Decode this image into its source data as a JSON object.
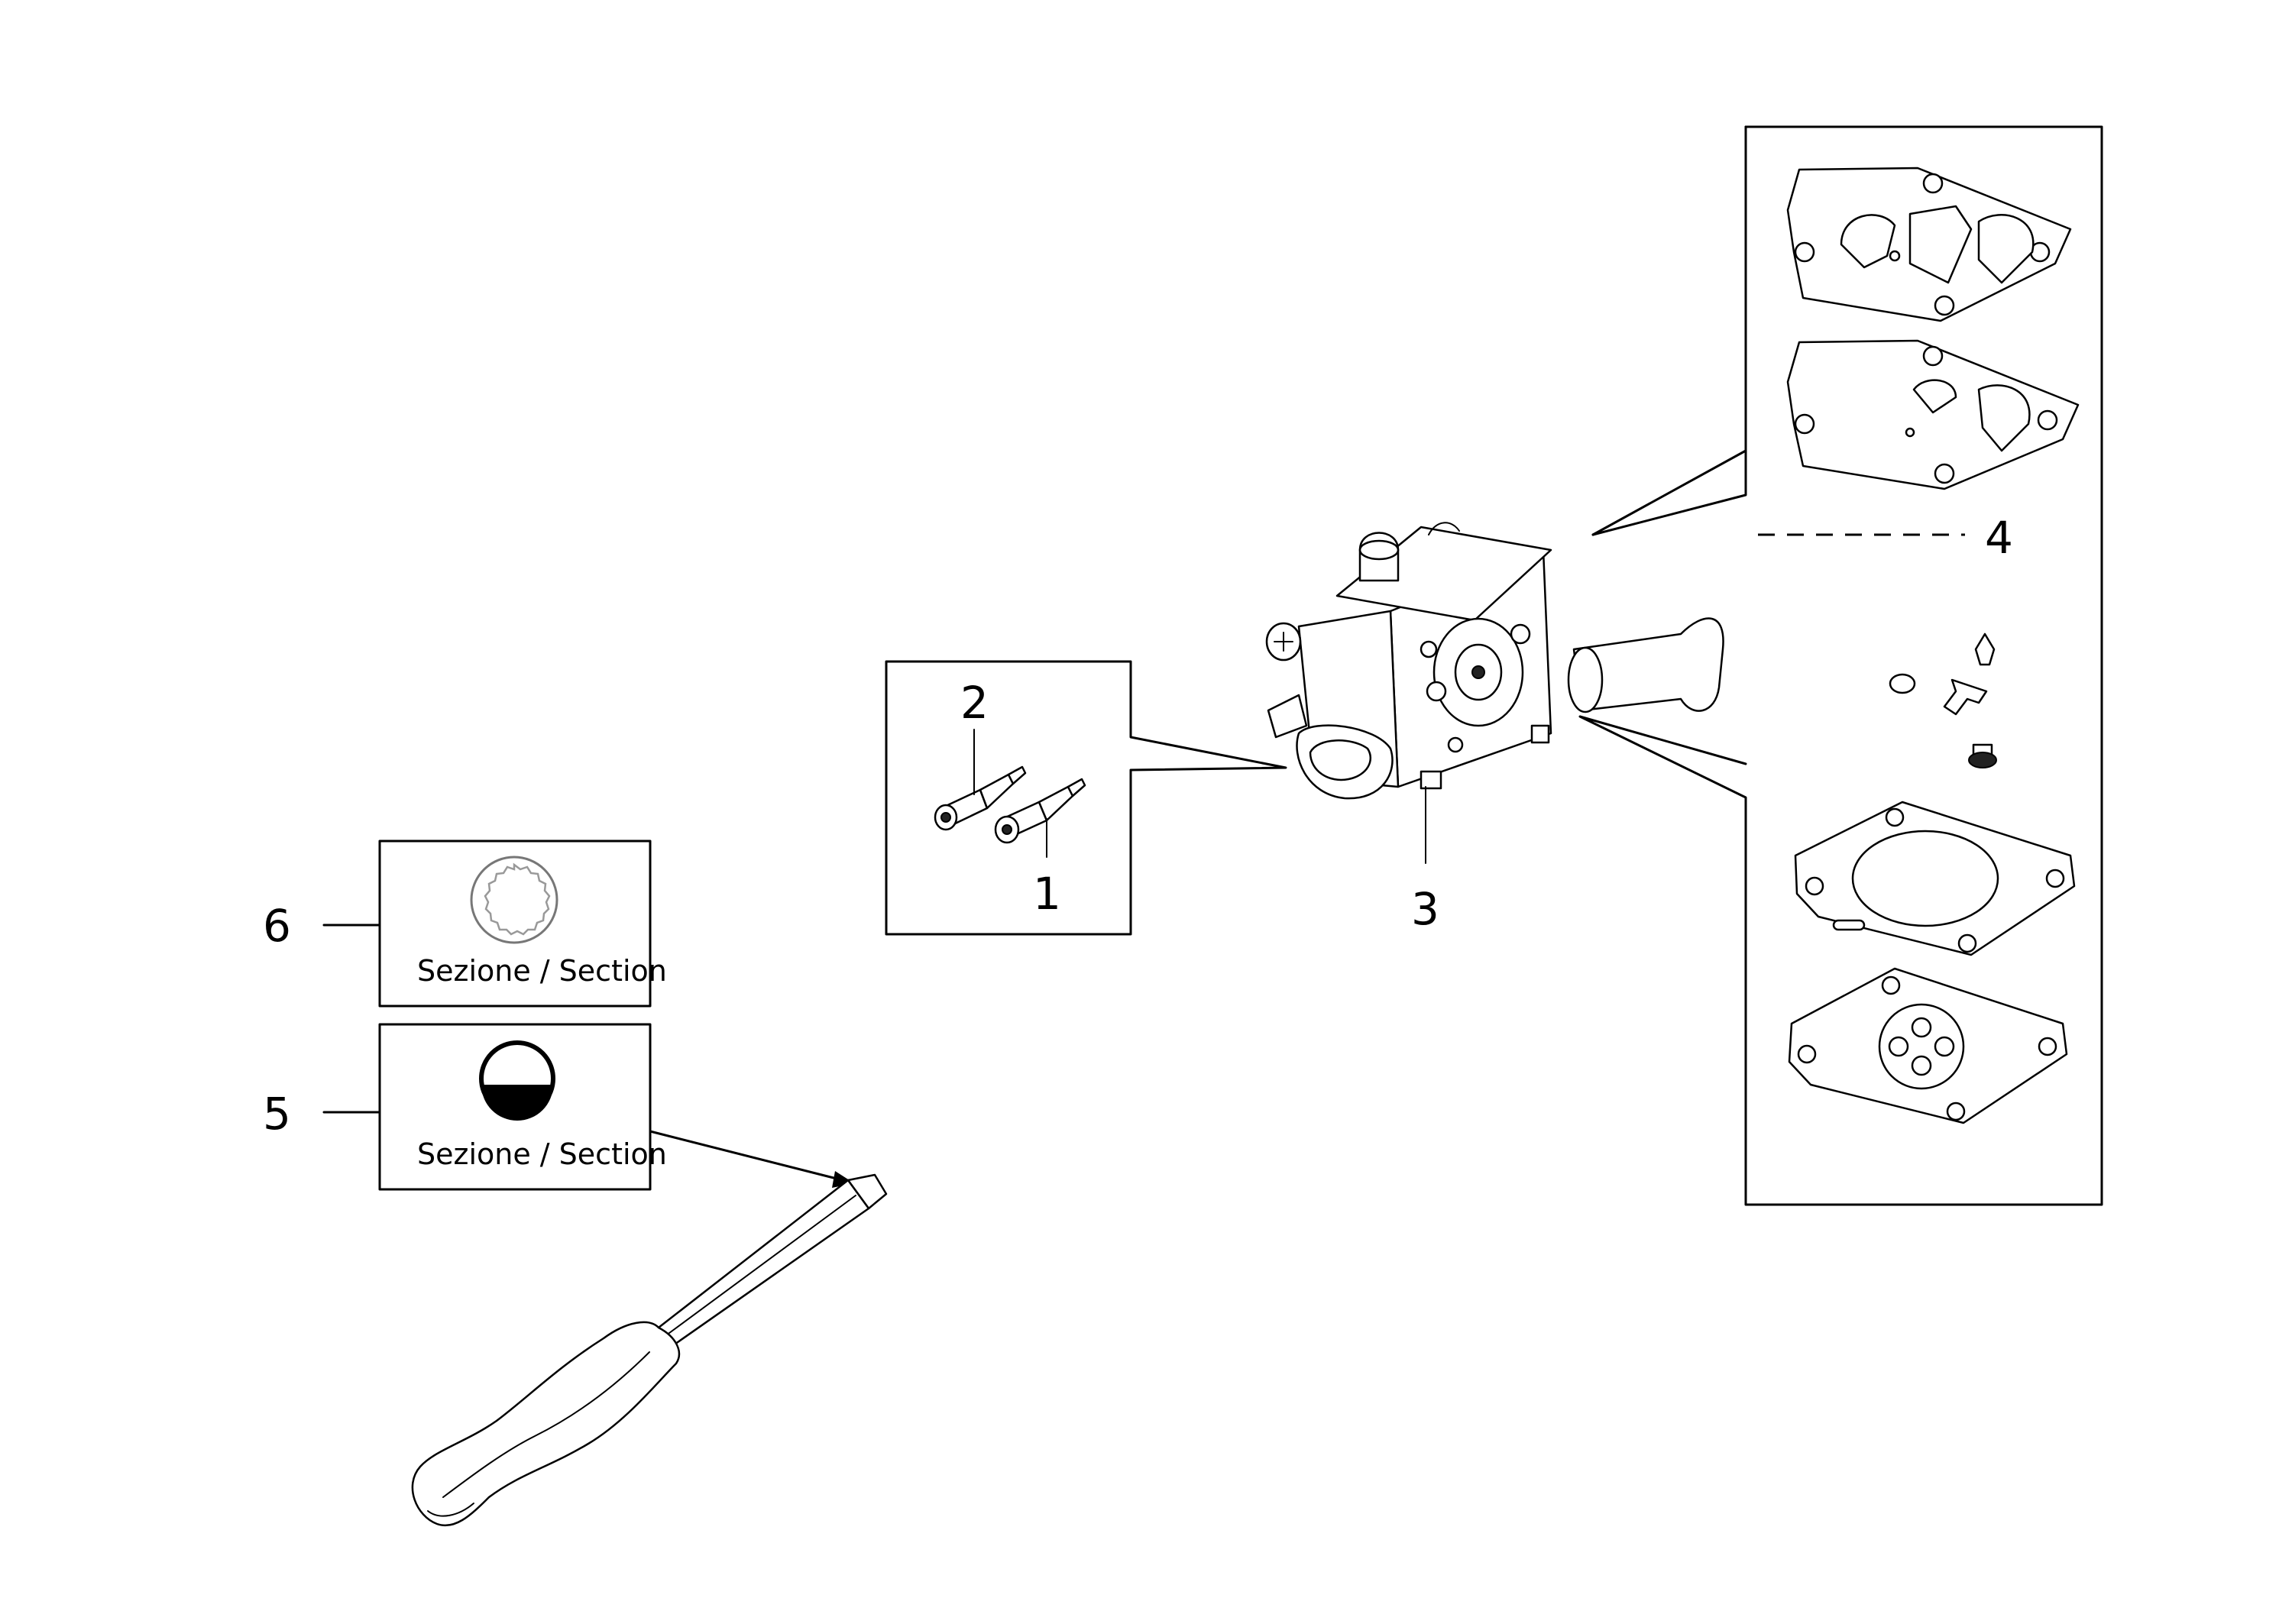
{
  "callouts": {
    "n1": "1",
    "n2": "2",
    "n3": "3",
    "n4": "4",
    "n5": "5",
    "n6": "6"
  },
  "section_labels": {
    "item6": "Sezione / Section",
    "item5": "Sezione / Section"
  },
  "icons": {
    "item6_symbol": "splined-section-icon",
    "item5_symbol": "half-round-section-icon"
  }
}
